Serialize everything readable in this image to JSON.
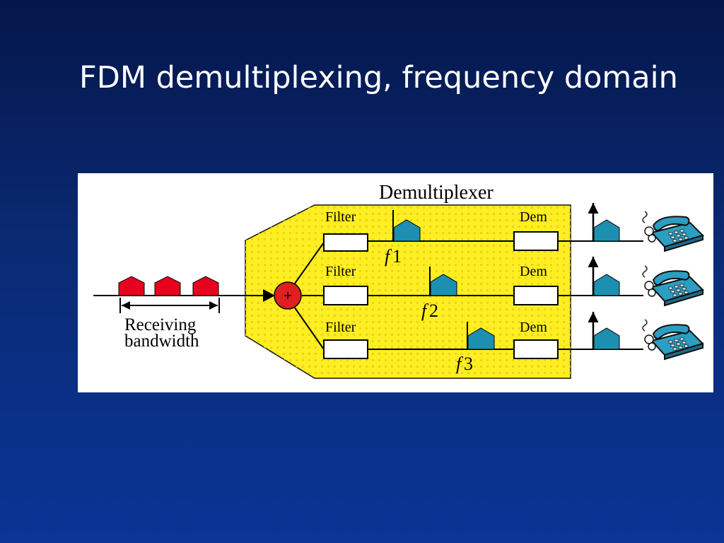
{
  "slide": {
    "title": "FDM demultiplexing, frequency domain"
  },
  "diagram": {
    "heading": "Demultiplexer",
    "input_label_line1": "Receiving",
    "input_label_line2": "bandwidth",
    "channels": [
      {
        "filter_label": "Filter",
        "dem_label": "Dem",
        "freq_symbol": "f",
        "freq_index": "1"
      },
      {
        "filter_label": "Filter",
        "dem_label": "Dem",
        "freq_symbol": "f",
        "freq_index": "2"
      },
      {
        "filter_label": "Filter",
        "dem_label": "Dem",
        "freq_symbol": "f",
        "freq_index": "3"
      }
    ],
    "colors": {
      "panel_yellow": "#ffee22",
      "input_signal_red": "#e8001e",
      "filtered_signal_teal": "#1d8fb0",
      "adder_red": "#e02020",
      "telephone_teal": "#2b9ec2"
    },
    "icons": {
      "adder": "plus-circle-icon",
      "phone": "telephone-icon",
      "output": "up-arrow-icon"
    }
  }
}
